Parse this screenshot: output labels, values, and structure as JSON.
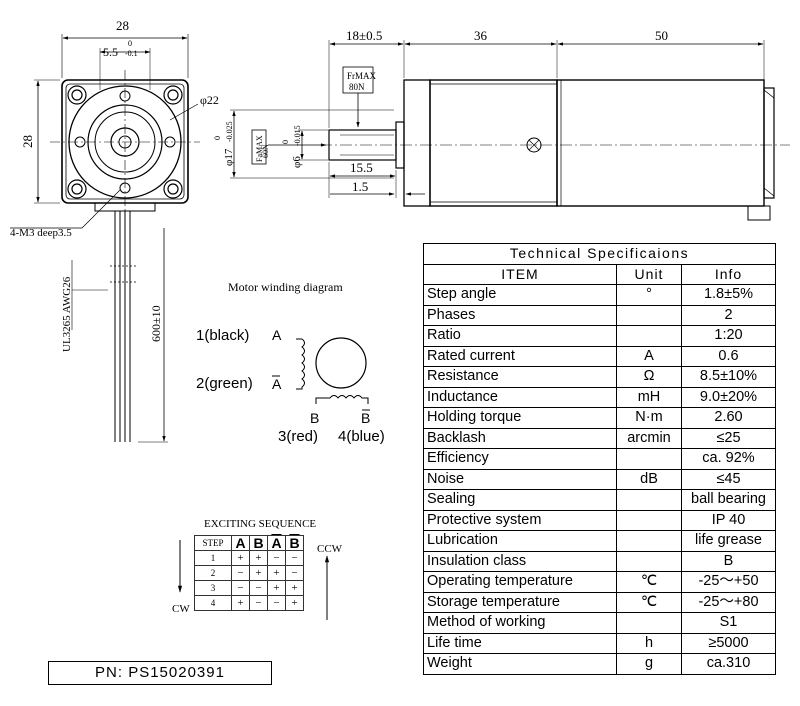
{
  "drawing": {
    "front": {
      "width": "28",
      "height": "28",
      "hole_spacing": "5.5",
      "hole_tol_top": "0",
      "hole_tol_bottom": "-0.1",
      "diameter": "φ22",
      "thread_note": "4-M3 deep3.5",
      "cable": "UL3265  AWG26",
      "lead_length": "600±10"
    },
    "side": {
      "dim_18": "18±0.5",
      "dim_36": "36",
      "dim_50": "50",
      "frmax": "FrMAX",
      "frmax_val": "80N",
      "famax": "FaMAX",
      "famax_val": "60N",
      "dia17": "φ17",
      "dia17_tol_top": "0",
      "dia17_tol_bottom": "-0.025",
      "dia6": "φ6",
      "dia6_tol_top": "0",
      "dia6_tol_bottom": "-0.015",
      "dim_15_5": "15.5",
      "dim_1_5": "1.5"
    },
    "winding": {
      "title": "Motor winding diagram",
      "lead1": "1(black)",
      "lead2": "2(green)",
      "lead3": "3(red)",
      "lead4": "4(blue)",
      "phase_a": "A",
      "phase_a_bar": "A",
      "phase_b": "B",
      "phase_b_bar": "B"
    }
  },
  "sequence": {
    "title": "EXCITING SEQUENCE",
    "step_label": "STEP",
    "phases": [
      "A",
      "B",
      "A",
      "B"
    ],
    "rows": [
      {
        "step": "1",
        "cells": [
          "+",
          "+",
          "−",
          "−"
        ]
      },
      {
        "step": "2",
        "cells": [
          "−",
          "+",
          "+",
          "−"
        ]
      },
      {
        "step": "3",
        "cells": [
          "−",
          "−",
          "+",
          "+"
        ]
      },
      {
        "step": "4",
        "cells": [
          "+",
          "−",
          "−",
          "+"
        ]
      }
    ],
    "ccw": "CCW",
    "cw": "CW"
  },
  "part_number": "PN:  PS15020391",
  "specs": {
    "title": "Technical  Specificaions",
    "headers": {
      "item": "ITEM",
      "unit": "Unit",
      "info": "Info"
    },
    "rows": [
      {
        "item": "Step angle",
        "unit": "°",
        "info": "1.8±5%"
      },
      {
        "item": "Phases",
        "unit": "",
        "info": "2"
      },
      {
        "item": "Ratio",
        "unit": "",
        "info": "1:20"
      },
      {
        "item": "Rated current",
        "unit": "A",
        "info": "0.6"
      },
      {
        "item": "Resistance",
        "unit": "Ω",
        "info": "8.5±10%"
      },
      {
        "item": "Inductance",
        "unit": "mH",
        "info": "9.0±20%"
      },
      {
        "item": "Holding torque",
        "unit": "N·m",
        "info": "2.60"
      },
      {
        "item": "Backlash",
        "unit": "arcmin",
        "info": "≤25"
      },
      {
        "item": "Efficiency",
        "unit": "",
        "info": "ca. 92%"
      },
      {
        "item": "Noise",
        "unit": "dB",
        "info": "≤45"
      },
      {
        "item": "Sealing",
        "unit": "",
        "info": "ball bearing"
      },
      {
        "item": "Protective system",
        "unit": "",
        "info": "IP 40"
      },
      {
        "item": "Lubrication",
        "unit": "",
        "info": "life grease"
      },
      {
        "item": "Insulation class",
        "unit": "",
        "info": "B"
      },
      {
        "item": "Operating temperature",
        "unit": "℃",
        "info": "-25～+50"
      },
      {
        "item": "Storage temperature",
        "unit": "℃",
        "info": "-25～+80"
      },
      {
        "item": "Method of working",
        "unit": "",
        "info": "S1"
      },
      {
        "item": "Life time",
        "unit": "h",
        "info": "≥5000"
      },
      {
        "item": "Weight",
        "unit": "g",
        "info": "ca.310"
      }
    ]
  }
}
